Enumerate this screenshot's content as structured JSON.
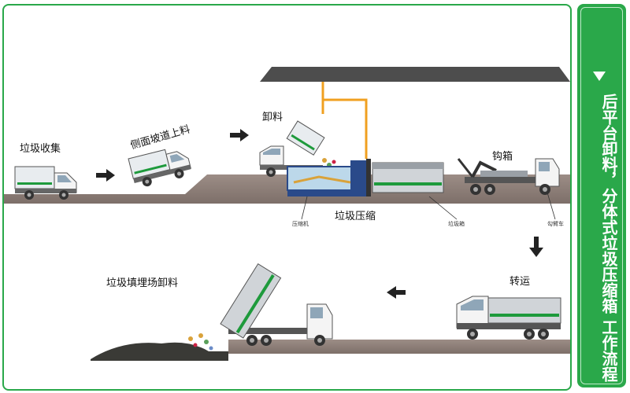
{
  "sidebar": {
    "title": "后平台卸料，分体式垃圾压缩箱 工作流程"
  },
  "labels": {
    "collect": "垃圾收集",
    "ramp": "侧面坡道上料",
    "unload": "卸料",
    "compress": "垃圾压缩",
    "hook": "钩箱",
    "transport": "转运",
    "landfill": "垃圾填埋场卸料",
    "compressor": "压缩机",
    "container": "垃圾箱",
    "hook_truck": "勾臂车"
  },
  "colors": {
    "accent": "#2aa84a",
    "ground": "#8a7a72",
    "roof": "#555555",
    "pipe": "#f0a020",
    "stripe": "#1e9a3c"
  }
}
